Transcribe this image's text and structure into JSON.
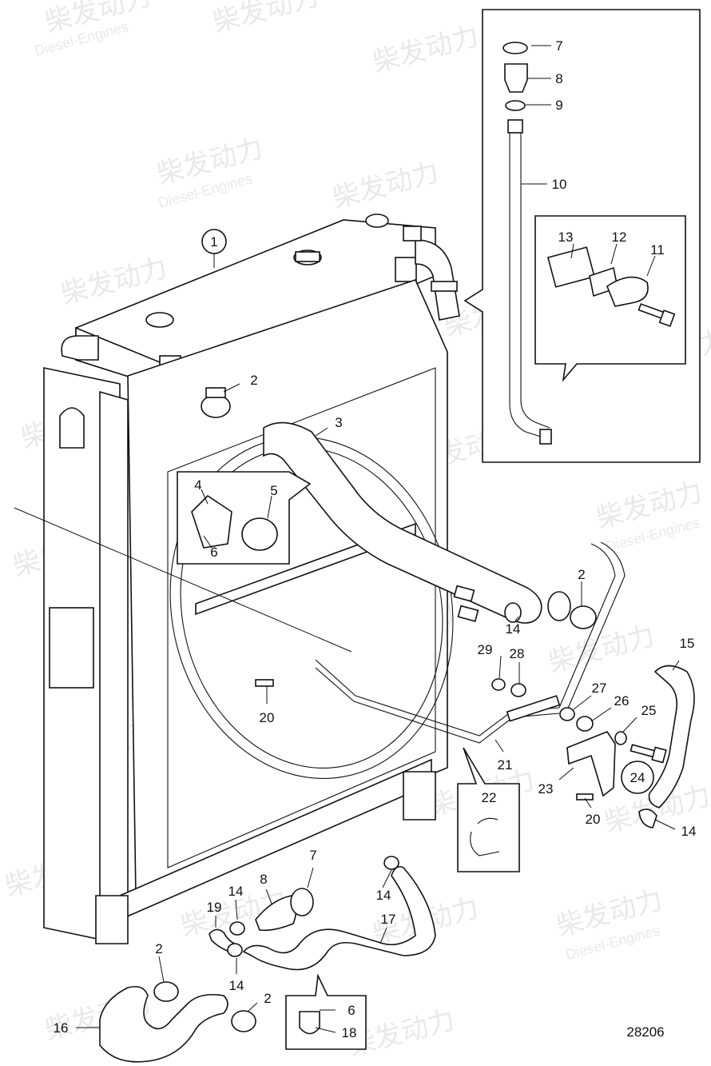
{
  "watermark": {
    "brand": "柴发动力",
    "subtitle": "Diesel-Engines"
  },
  "figure_number": "28206",
  "callouts": {
    "c1": "1",
    "c2a": "2",
    "c2b": "2",
    "c2c": "2",
    "c2d": "2",
    "c3": "3",
    "c4": "4",
    "c5": "5",
    "c6a": "6",
    "c6b": "6",
    "c7a": "7",
    "c7b": "7",
    "c8a": "8",
    "c8b": "8",
    "c9": "9",
    "c10": "10",
    "c11": "11",
    "c12": "12",
    "c13": "13",
    "c14a": "14",
    "c14b": "14",
    "c14c": "14",
    "c14d": "14",
    "c14e": "14",
    "c15": "15",
    "c16": "16",
    "c17": "17",
    "c18": "18",
    "c19": "19",
    "c20a": "20",
    "c20b": "20",
    "c21": "21",
    "c22": "22",
    "c23": "23",
    "c24": "24",
    "c25": "25",
    "c26": "26",
    "c27": "27",
    "c28": "28",
    "c29": "29"
  }
}
